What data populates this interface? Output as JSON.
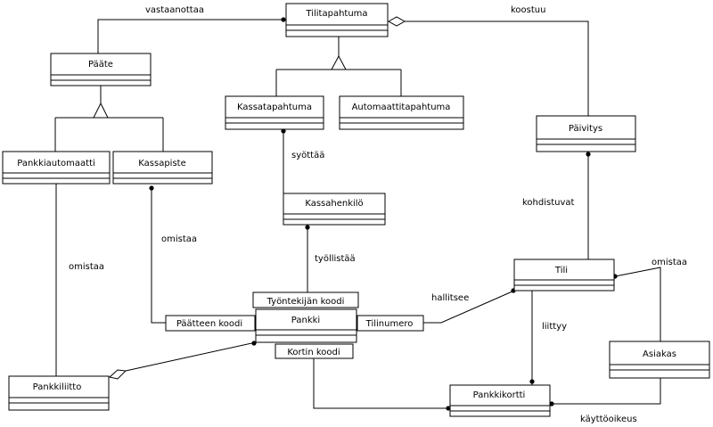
{
  "classes": {
    "tilitapahtuma": "Tilitapahtuma",
    "paate": "Pääte",
    "kassatapahtuma": "Kassatapahtuma",
    "automaattitapahtuma": "Automaattitapahtuma",
    "paivitys": "Päivitys",
    "pankkiautomaatti": "Pankkiautomaatti",
    "kassapiste": "Kassapiste",
    "kassahenkilo": "Kassahenkilö",
    "tili": "Tili",
    "pankki": "Pankki",
    "pankkiliitto": "Pankkiliitto",
    "asiakas": "Asiakas",
    "pankkikortti": "Pankkikortti"
  },
  "qualifiers": {
    "tyontekijan_koodi": "Työntekijän koodi",
    "paatteen_koodi": "Päätteen koodi",
    "tilinumero": "Tilinumero",
    "kortin_koodi": "Kortin koodi"
  },
  "associations": {
    "vastaanottaa": "vastaanottaa",
    "koostuu": "koostuu",
    "syottaa": "syöttää",
    "kohdistuvat": "kohdistuvat",
    "omistaa_kassapiste": "omistaa",
    "omistaa_pankkiautomaatti": "omistaa",
    "tyollistaa": "työllistää",
    "omistaa_tili": "omistaa",
    "hallitsee": "hallitsee",
    "liittyy": "liittyy",
    "kayttooikeus": "käyttöoikeus"
  },
  "colors": {
    "line": "#000000",
    "background": "#ffffff"
  }
}
